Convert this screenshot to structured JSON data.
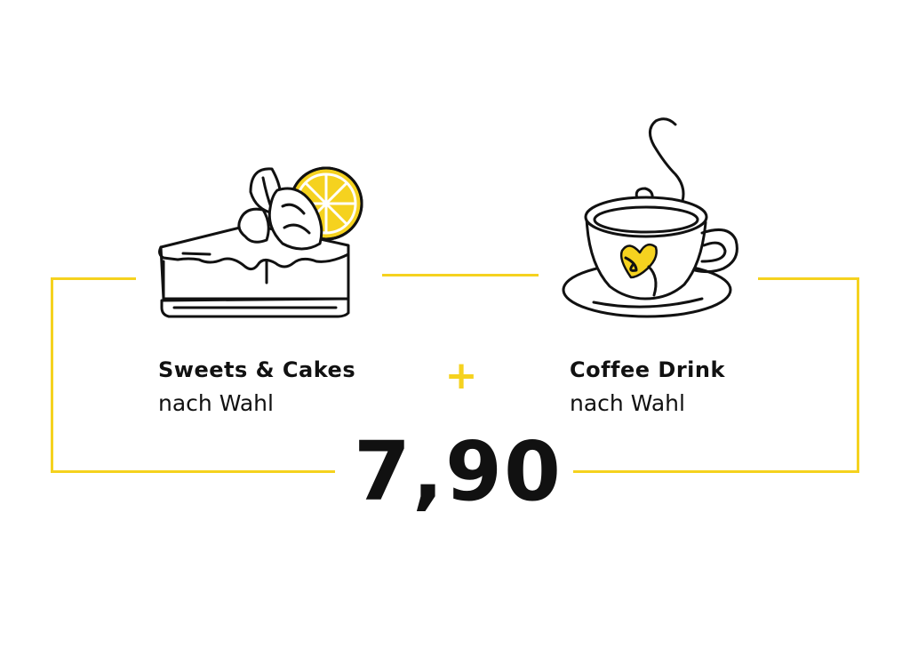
{
  "offer": {
    "item1": {
      "title": "Sweets & Cakes",
      "subtitle": "nach Wahl",
      "icon": "cake-slice-icon"
    },
    "item2": {
      "title": "Coffee Drink",
      "subtitle": "nach Wahl",
      "icon": "coffee-cup-icon"
    },
    "plus": "+",
    "price": "7,90"
  },
  "colors": {
    "accent": "#f5d21f",
    "ink": "#111111",
    "background": "#ffffff"
  }
}
